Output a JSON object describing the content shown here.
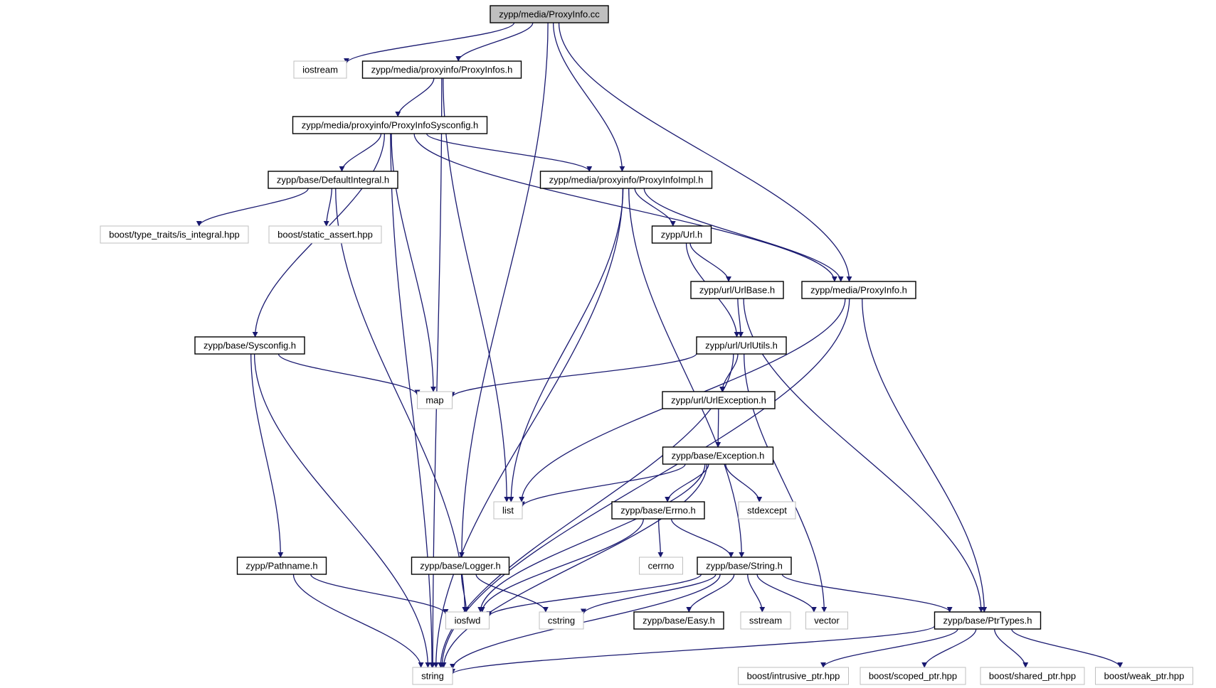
{
  "graph": {
    "title": "zypp/media/ProxyInfo.cc",
    "colors": {
      "edge": "#191970",
      "root_fill": "#bfbfbf",
      "local_border": "#000000",
      "external_border": "#bfbfbf"
    },
    "nodes": [
      {
        "id": "proxyinfo_cc",
        "label": "zypp/media/ProxyInfo.cc",
        "kind": "root"
      },
      {
        "id": "iostream",
        "label": "iostream",
        "kind": "external"
      },
      {
        "id": "proxyinfos_h",
        "label": "zypp/media/proxyinfo/ProxyInfos.h",
        "kind": "local"
      },
      {
        "id": "sysconfig_pi_h",
        "label": "zypp/media/proxyinfo/ProxyInfoSysconfig.h",
        "kind": "local"
      },
      {
        "id": "defaultintegral_h",
        "label": "zypp/base/DefaultIntegral.h",
        "kind": "local"
      },
      {
        "id": "proxyinfoimpl_h",
        "label": "zypp/media/proxyinfo/ProxyInfoImpl.h",
        "kind": "local"
      },
      {
        "id": "is_integral",
        "label": "boost/type_traits/is_integral.hpp",
        "kind": "external"
      },
      {
        "id": "static_assert",
        "label": "boost/static_assert.hpp",
        "kind": "external"
      },
      {
        "id": "url_h",
        "label": "zypp/Url.h",
        "kind": "local"
      },
      {
        "id": "urlbase_h",
        "label": "zypp/url/UrlBase.h",
        "kind": "local"
      },
      {
        "id": "proxyinfo_h",
        "label": "zypp/media/ProxyInfo.h",
        "kind": "local"
      },
      {
        "id": "sysconfig_h",
        "label": "zypp/base/Sysconfig.h",
        "kind": "local"
      },
      {
        "id": "urlutils_h",
        "label": "zypp/url/UrlUtils.h",
        "kind": "local"
      },
      {
        "id": "map",
        "label": "map",
        "kind": "external"
      },
      {
        "id": "urlexception_h",
        "label": "zypp/url/UrlException.h",
        "kind": "local"
      },
      {
        "id": "exception_h",
        "label": "zypp/base/Exception.h",
        "kind": "local"
      },
      {
        "id": "list",
        "label": "list",
        "kind": "external"
      },
      {
        "id": "errno_h",
        "label": "zypp/base/Errno.h",
        "kind": "local"
      },
      {
        "id": "stdexcept",
        "label": "stdexcept",
        "kind": "external"
      },
      {
        "id": "pathname_h",
        "label": "zypp/Pathname.h",
        "kind": "local"
      },
      {
        "id": "logger_h",
        "label": "zypp/base/Logger.h",
        "kind": "local"
      },
      {
        "id": "cerrno",
        "label": "cerrno",
        "kind": "external"
      },
      {
        "id": "string_h",
        "label": "zypp/base/String.h",
        "kind": "local"
      },
      {
        "id": "iosfwd",
        "label": "iosfwd",
        "kind": "external"
      },
      {
        "id": "cstring",
        "label": "cstring",
        "kind": "external"
      },
      {
        "id": "easy_h",
        "label": "zypp/base/Easy.h",
        "kind": "local"
      },
      {
        "id": "sstream",
        "label": "sstream",
        "kind": "external"
      },
      {
        "id": "vector",
        "label": "vector",
        "kind": "external"
      },
      {
        "id": "ptrtypes_h",
        "label": "zypp/base/PtrTypes.h",
        "kind": "local"
      },
      {
        "id": "string",
        "label": "string",
        "kind": "external"
      },
      {
        "id": "intrusive_ptr",
        "label": "boost/intrusive_ptr.hpp",
        "kind": "external"
      },
      {
        "id": "scoped_ptr",
        "label": "boost/scoped_ptr.hpp",
        "kind": "external"
      },
      {
        "id": "shared_ptr",
        "label": "boost/shared_ptr.hpp",
        "kind": "external"
      },
      {
        "id": "weak_ptr",
        "label": "boost/weak_ptr.hpp",
        "kind": "external"
      }
    ],
    "edges": [
      {
        "from": "proxyinfo_cc",
        "to": "iostream"
      },
      {
        "from": "proxyinfo_cc",
        "to": "proxyinfos_h"
      },
      {
        "from": "proxyinfo_cc",
        "to": "logger_h"
      },
      {
        "from": "proxyinfo_cc",
        "to": "proxyinfoimpl_h"
      },
      {
        "from": "proxyinfo_cc",
        "to": "proxyinfo_h"
      },
      {
        "from": "proxyinfos_h",
        "to": "string"
      },
      {
        "from": "proxyinfos_h",
        "to": "sysconfig_pi_h"
      },
      {
        "from": "proxyinfos_h",
        "to": "list"
      },
      {
        "from": "sysconfig_pi_h",
        "to": "string"
      },
      {
        "from": "sysconfig_pi_h",
        "to": "sysconfig_h"
      },
      {
        "from": "sysconfig_pi_h",
        "to": "defaultintegral_h"
      },
      {
        "from": "sysconfig_pi_h",
        "to": "map"
      },
      {
        "from": "sysconfig_pi_h",
        "to": "proxyinfoimpl_h"
      },
      {
        "from": "sysconfig_pi_h",
        "to": "proxyinfo_h"
      },
      {
        "from": "defaultintegral_h",
        "to": "is_integral"
      },
      {
        "from": "defaultintegral_h",
        "to": "static_assert"
      },
      {
        "from": "defaultintegral_h",
        "to": "iosfwd"
      },
      {
        "from": "proxyinfoimpl_h",
        "to": "string"
      },
      {
        "from": "proxyinfoimpl_h",
        "to": "list"
      },
      {
        "from": "proxyinfoimpl_h",
        "to": "string_h"
      },
      {
        "from": "proxyinfoimpl_h",
        "to": "url_h"
      },
      {
        "from": "proxyinfoimpl_h",
        "to": "proxyinfo_h"
      },
      {
        "from": "url_h",
        "to": "urlbase_h"
      },
      {
        "from": "url_h",
        "to": "urlutils_h"
      },
      {
        "from": "urlbase_h",
        "to": "urlutils_h"
      },
      {
        "from": "urlbase_h",
        "to": "ptrtypes_h"
      },
      {
        "from": "proxyinfo_h",
        "to": "list"
      },
      {
        "from": "proxyinfo_h",
        "to": "string"
      },
      {
        "from": "proxyinfo_h",
        "to": "ptrtypes_h"
      },
      {
        "from": "sysconfig_h",
        "to": "map"
      },
      {
        "from": "sysconfig_h",
        "to": "pathname_h"
      },
      {
        "from": "sysconfig_h",
        "to": "string"
      },
      {
        "from": "urlutils_h",
        "to": "map"
      },
      {
        "from": "urlutils_h",
        "to": "urlexception_h"
      },
      {
        "from": "urlutils_h",
        "to": "vector"
      },
      {
        "from": "urlutils_h",
        "to": "string"
      },
      {
        "from": "urlexception_h",
        "to": "exception_h"
      },
      {
        "from": "exception_h",
        "to": "list"
      },
      {
        "from": "exception_h",
        "to": "iosfwd"
      },
      {
        "from": "exception_h",
        "to": "string"
      },
      {
        "from": "exception_h",
        "to": "errno_h"
      },
      {
        "from": "exception_h",
        "to": "stdexcept"
      },
      {
        "from": "errno_h",
        "to": "cerrno"
      },
      {
        "from": "errno_h",
        "to": "iosfwd"
      },
      {
        "from": "errno_h",
        "to": "string_h"
      },
      {
        "from": "pathname_h",
        "to": "iosfwd"
      },
      {
        "from": "pathname_h",
        "to": "string"
      },
      {
        "from": "logger_h",
        "to": "iosfwd"
      },
      {
        "from": "logger_h",
        "to": "cstring"
      },
      {
        "from": "string_h",
        "to": "iosfwd"
      },
      {
        "from": "string_h",
        "to": "cstring"
      },
      {
        "from": "string_h",
        "to": "string"
      },
      {
        "from": "string_h",
        "to": "easy_h"
      },
      {
        "from": "string_h",
        "to": "sstream"
      },
      {
        "from": "string_h",
        "to": "vector"
      },
      {
        "from": "string_h",
        "to": "ptrtypes_h"
      },
      {
        "from": "ptrtypes_h",
        "to": "string"
      },
      {
        "from": "ptrtypes_h",
        "to": "intrusive_ptr"
      },
      {
        "from": "ptrtypes_h",
        "to": "scoped_ptr"
      },
      {
        "from": "ptrtypes_h",
        "to": "shared_ptr"
      },
      {
        "from": "ptrtypes_h",
        "to": "weak_ptr"
      }
    ]
  }
}
